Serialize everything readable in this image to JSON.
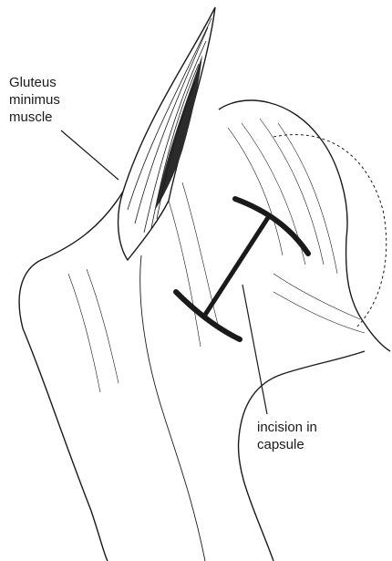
{
  "labels": {
    "gluteus": [
      "Gluteus",
      "minimus",
      "muscle"
    ],
    "incision": [
      "incision in",
      "capsule"
    ]
  },
  "colors": {
    "ink": "#1a1a1a",
    "muscle_dark": "#2b2b2b",
    "background": "#ffffff"
  }
}
